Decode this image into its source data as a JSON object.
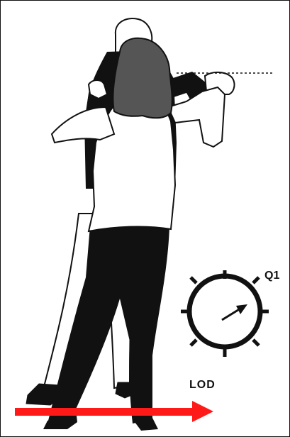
{
  "figure": {
    "direction_label": "LOD",
    "compass_label": "Q1",
    "colors": {
      "ink": "#111111",
      "paper": "#ffffff",
      "hair": "#555555",
      "arrow": "#ff1a1a"
    },
    "icons": [
      "man-figure",
      "woman-figure",
      "compass-dial-icon",
      "line-of-dance-arrow"
    ]
  }
}
